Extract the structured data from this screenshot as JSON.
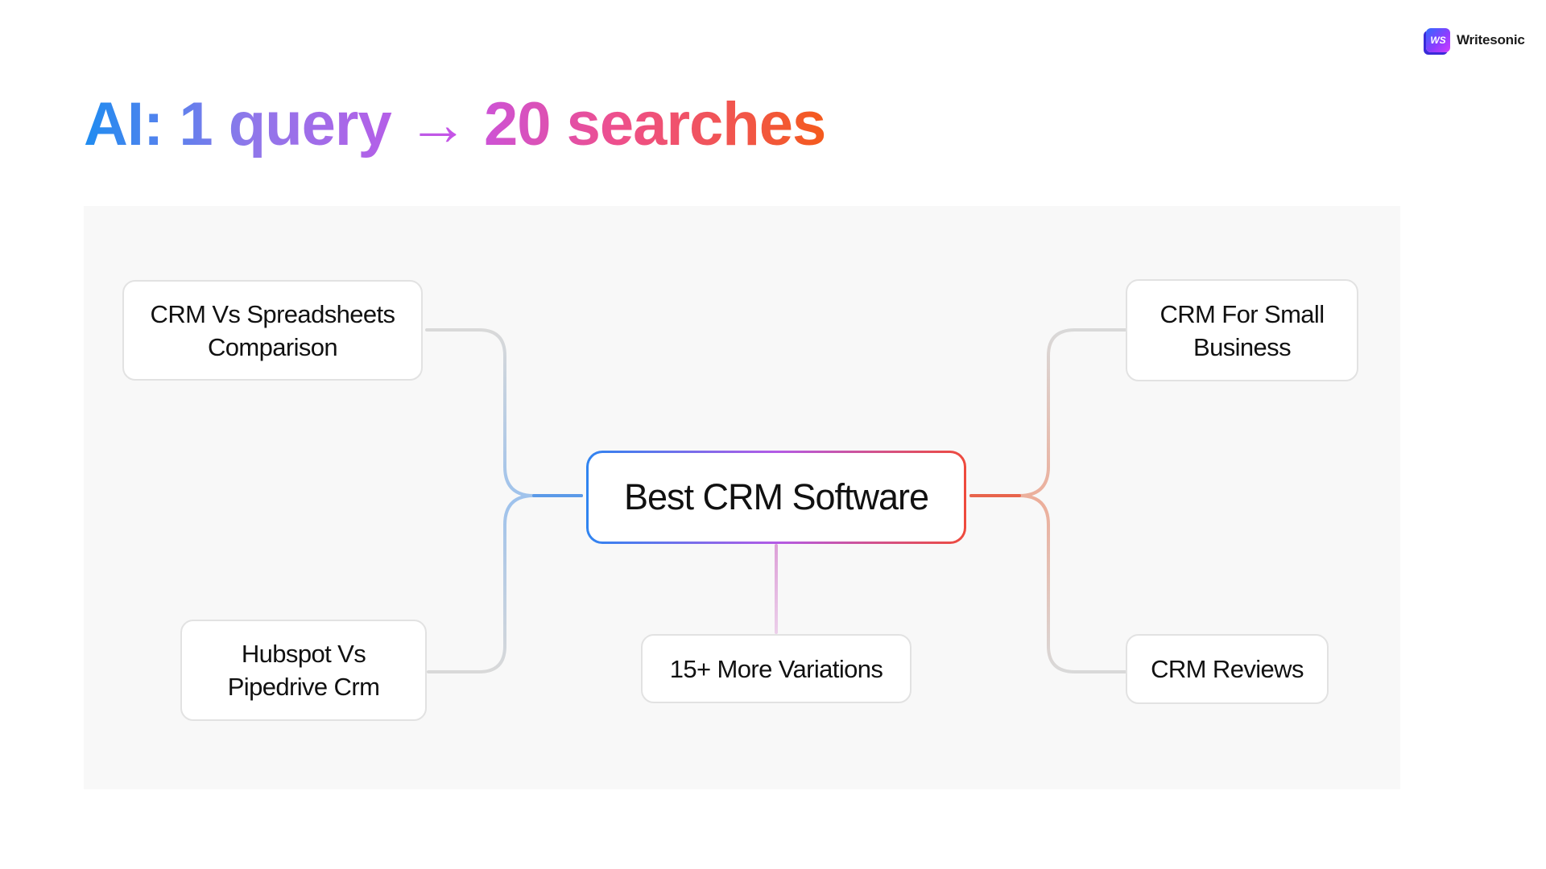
{
  "brand": {
    "mark": "WS",
    "name": "Writesonic"
  },
  "title": "AI: 1 query → 20 searches",
  "diagram": {
    "center": "Best CRM Software",
    "nodes": {
      "top_left": [
        "CRM Vs Spreadsheets",
        "Comparison"
      ],
      "bottom_left": [
        "Hubspot Vs",
        "Pipedrive Crm"
      ],
      "bottom_center": [
        "15+ More Variations"
      ],
      "top_right": [
        "CRM For Small",
        "Business"
      ],
      "bottom_right": [
        "CRM Reviews"
      ]
    },
    "colors": {
      "left_connector": "#9ec2ec",
      "right_connector": "#ecae9a",
      "center_connector": "#dda0d8",
      "grey_connector": "#d9d9d9"
    }
  }
}
